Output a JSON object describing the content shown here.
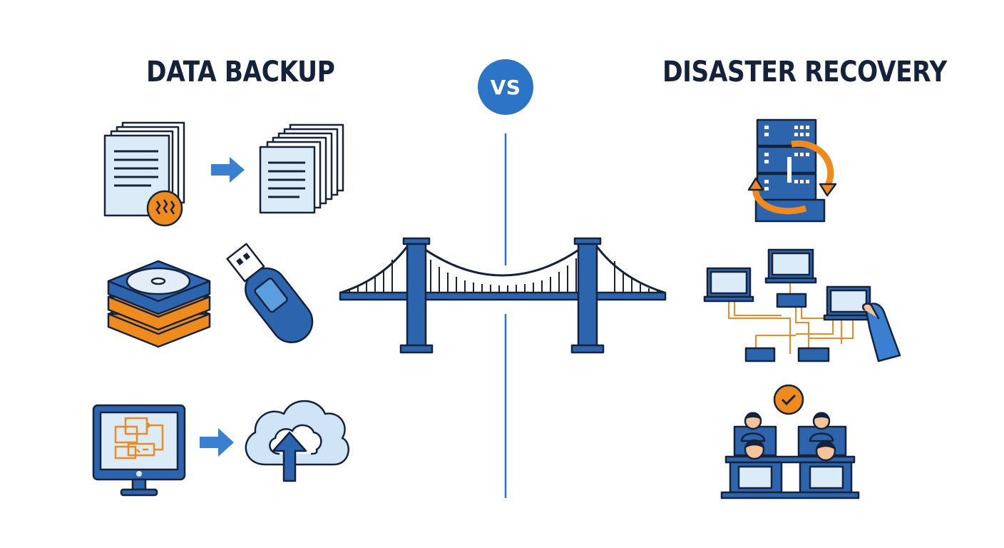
{
  "headings": {
    "left": "DATA BACKUP",
    "right": "DISASTER RECOVERY",
    "vs": "VS"
  },
  "icons": {
    "left_column": [
      "document-copy-icon",
      "arrow-right-icon",
      "document-stack-icon",
      "hard-drive-stack-icon",
      "usb-drive-icon",
      "monitor-sync-icon",
      "arrow-right-icon",
      "cloud-upload-icon"
    ],
    "center": [
      "divider-line",
      "suspension-bridge-icon"
    ],
    "right_column": [
      "server-failover-icon",
      "network-topology-icon",
      "recovery-team-icon"
    ]
  },
  "colors": {
    "primary_blue": "#2c64ad",
    "light_blue": "#dcebf8",
    "accent_orange": "#ef8a1f",
    "outline": "#14233b",
    "vs_circle": "#2c74c6"
  }
}
